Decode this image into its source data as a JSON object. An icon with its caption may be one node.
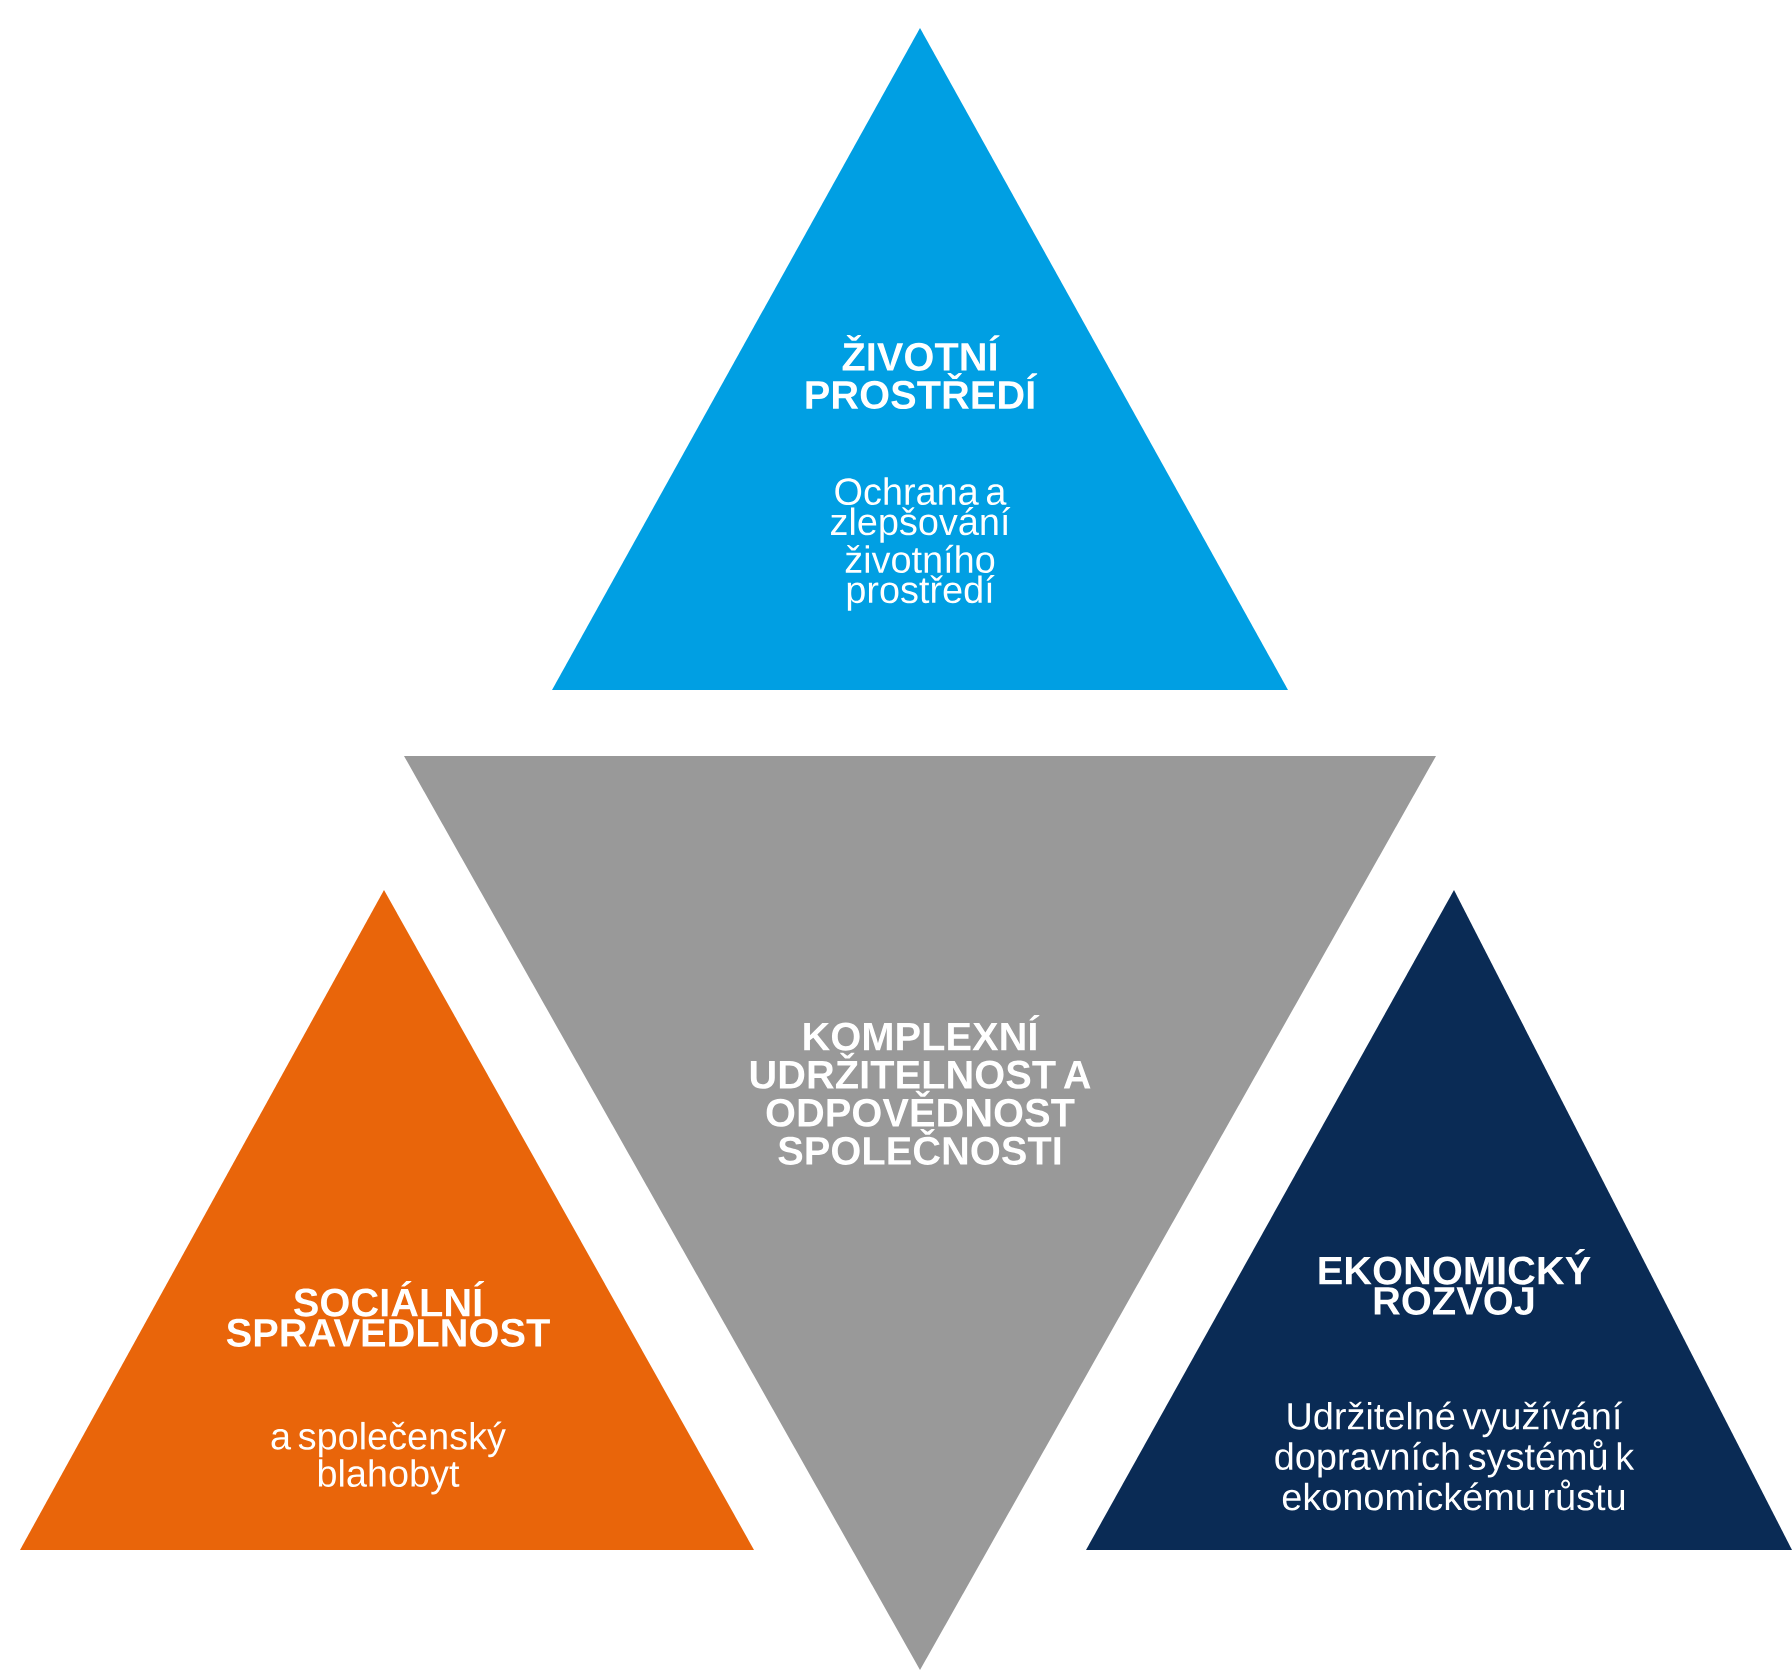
{
  "diagram": {
    "nodes": [
      {
        "text": [
          "ŽIVOTNÍ PROSTŘEDÍ",
          "Ochrana a zlepšování životního prostředí"
        ]
      },
      {
        "text": [
          "KOMPLEXNÍ UDRŽITELNOST A ODPOVĚDNOST SPOLEČNOSTI"
        ]
      },
      {
        "text": [
          "SOCIÁLNÍ SPRAVEDLNOST",
          "a společenský blahobyt"
        ]
      },
      {
        "text": [
          "EKONOMICKÝ ROZVOJ",
          "Udržitelné využívání dopravních systémů k ekonomickému růstu"
        ]
      }
    ]
  }
}
